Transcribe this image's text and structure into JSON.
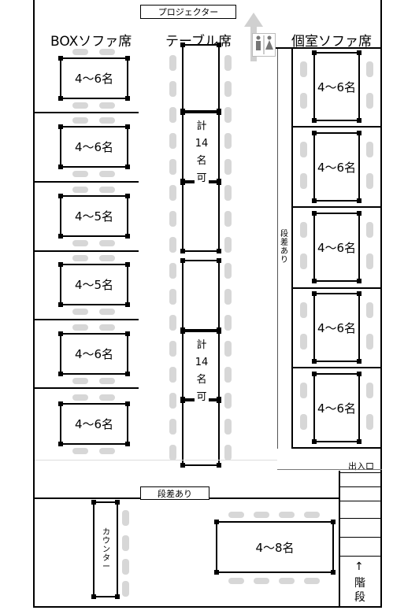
{
  "labels": {
    "projector": "プロジェクター",
    "box_sofa": "BOXソファ席",
    "table_seats": "テーブル席",
    "private_sofa": "個室ソファ席",
    "step_right": "段差あり",
    "step_bottom": "段差あり",
    "entrance": "出入口",
    "counter": "カウンター",
    "stairs_arrow": "↑",
    "stairs": "階段"
  },
  "box_tables": [
    "4〜6名",
    "4〜6名",
    "4〜5名",
    "4〜5名",
    "4〜6名",
    "4〜6名"
  ],
  "private_tables": [
    "4〜6名",
    "4〜6名",
    "4〜6名",
    "4〜6名",
    "4〜6名"
  ],
  "long_tables": [
    {
      "chars": [
        "計",
        "14",
        "名",
        "可"
      ]
    },
    {
      "chars": [
        "計",
        "14",
        "名",
        "可"
      ]
    }
  ],
  "bottom_table": "4〜8名"
}
